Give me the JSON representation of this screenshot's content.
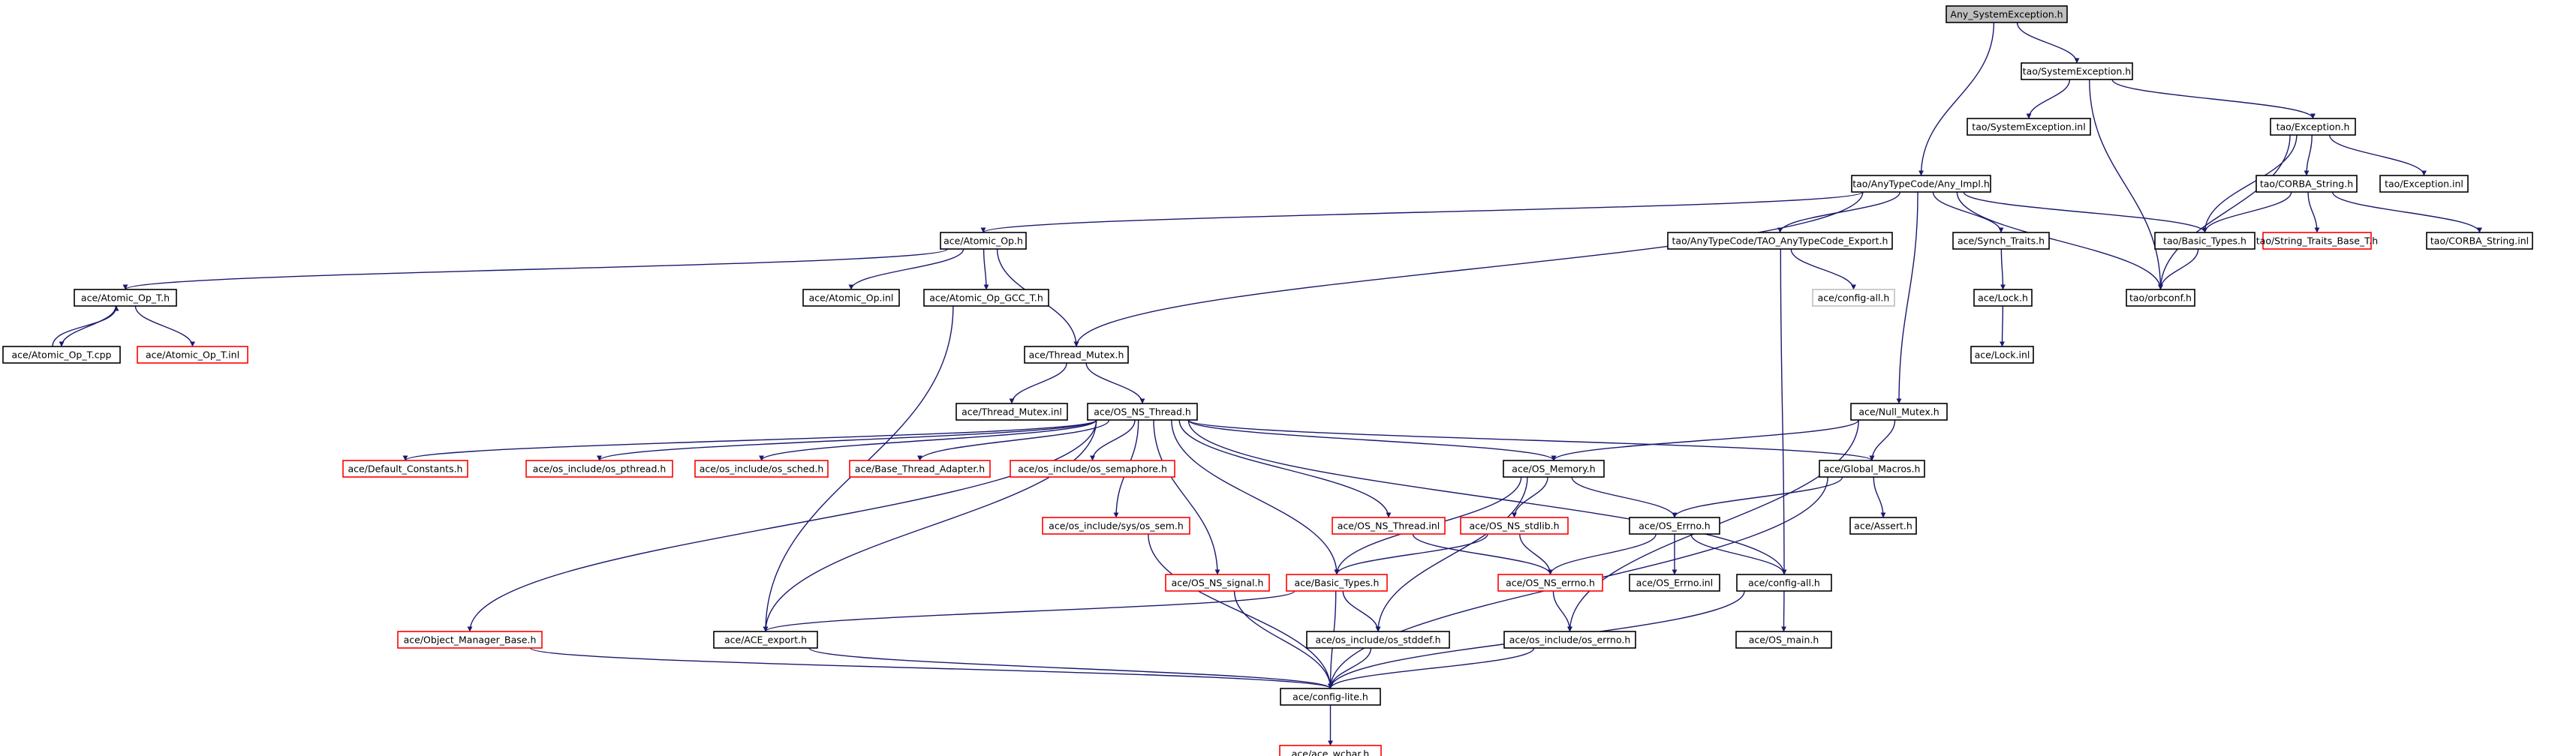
{
  "diagram": {
    "colors": {
      "edge": "#191970",
      "normal_border": "#000000",
      "missing_border": "#ff0000",
      "external_border": "#bfbfbf",
      "root_fill": "#bfbfbf"
    },
    "nodes": [
      {
        "id": "n0",
        "label": "Any_SystemException.h",
        "style": "root"
      },
      {
        "id": "n1",
        "label": "tao/SystemException.h",
        "style": "normal"
      },
      {
        "id": "n2",
        "label": "tao/SystemException.inl",
        "style": "normal"
      },
      {
        "id": "n3",
        "label": "tao/Exception.h",
        "style": "normal"
      },
      {
        "id": "n4",
        "label": "tao/AnyTypeCode/Any_Impl.h",
        "style": "normal"
      },
      {
        "id": "n5",
        "label": "tao/CORBA_String.h",
        "style": "normal"
      },
      {
        "id": "n6",
        "label": "tao/Exception.inl",
        "style": "normal"
      },
      {
        "id": "n7",
        "label": "ace/Atomic_Op.h",
        "style": "normal"
      },
      {
        "id": "n8",
        "label": "tao/AnyTypeCode/TAO_AnyTypeCode_Export.h",
        "style": "normal"
      },
      {
        "id": "n9",
        "label": "ace/Synch_Traits.h",
        "style": "normal"
      },
      {
        "id": "n10",
        "label": "tao/Basic_Types.h",
        "style": "normal"
      },
      {
        "id": "n11",
        "label": "tao/String_Traits_Base_T.h",
        "style": "red"
      },
      {
        "id": "n12",
        "label": "tao/CORBA_String.inl",
        "style": "normal"
      },
      {
        "id": "n13",
        "label": "ace/Atomic_Op_T.h",
        "style": "normal"
      },
      {
        "id": "n14",
        "label": "ace/Atomic_Op.inl",
        "style": "normal"
      },
      {
        "id": "n15",
        "label": "ace/Atomic_Op_GCC_T.h",
        "style": "normal"
      },
      {
        "id": "n16",
        "label": "ace/config-all.h",
        "style": "gray"
      },
      {
        "id": "n17",
        "label": "ace/Lock.h",
        "style": "normal"
      },
      {
        "id": "n18",
        "label": "tao/orbconf.h",
        "style": "normal"
      },
      {
        "id": "n19",
        "label": "ace/Atomic_Op_T.cpp",
        "style": "normal"
      },
      {
        "id": "n20",
        "label": "ace/Atomic_Op_T.inl",
        "style": "red"
      },
      {
        "id": "n21",
        "label": "ace/Thread_Mutex.h",
        "style": "normal"
      },
      {
        "id": "n22",
        "label": "ace/Lock.inl",
        "style": "normal"
      },
      {
        "id": "n23",
        "label": "ace/Thread_Mutex.inl",
        "style": "normal"
      },
      {
        "id": "n24",
        "label": "ace/OS_NS_Thread.h",
        "style": "normal"
      },
      {
        "id": "n25",
        "label": "ace/Null_Mutex.h",
        "style": "normal"
      },
      {
        "id": "n26",
        "label": "ace/Default_Constants.h",
        "style": "red"
      },
      {
        "id": "n27",
        "label": "ace/os_include/os_pthread.h",
        "style": "red"
      },
      {
        "id": "n28",
        "label": "ace/os_include/os_sched.h",
        "style": "red"
      },
      {
        "id": "n29",
        "label": "ace/Base_Thread_Adapter.h",
        "style": "red"
      },
      {
        "id": "n30",
        "label": "ace/os_include/os_semaphore.h",
        "style": "red"
      },
      {
        "id": "n31",
        "label": "ace/OS_Memory.h",
        "style": "normal"
      },
      {
        "id": "n32",
        "label": "ace/Global_Macros.h",
        "style": "normal"
      },
      {
        "id": "n33",
        "label": "ace/os_include/sys/os_sem.h",
        "style": "red"
      },
      {
        "id": "n34",
        "label": "ace/OS_NS_Thread.inl",
        "style": "red"
      },
      {
        "id": "n35",
        "label": "ace/OS_NS_stdlib.h",
        "style": "red"
      },
      {
        "id": "n36",
        "label": "ace/OS_Errno.h",
        "style": "normal"
      },
      {
        "id": "n37",
        "label": "ace/Assert.h",
        "style": "normal"
      },
      {
        "id": "n38",
        "label": "ace/OS_NS_signal.h",
        "style": "red"
      },
      {
        "id": "n39",
        "label": "ace/Basic_Types.h",
        "style": "red"
      },
      {
        "id": "n40",
        "label": "ace/OS_NS_errno.h",
        "style": "red"
      },
      {
        "id": "n41",
        "label": "ace/OS_Errno.inl",
        "style": "normal"
      },
      {
        "id": "n42",
        "label": "ace/config-all.h",
        "style": "normal"
      },
      {
        "id": "n43",
        "label": "ace/Object_Manager_Base.h",
        "style": "red"
      },
      {
        "id": "n44",
        "label": "ace/ACE_export.h",
        "style": "normal"
      },
      {
        "id": "n45",
        "label": "ace/os_include/os_stddef.h",
        "style": "normal"
      },
      {
        "id": "n46",
        "label": "ace/os_include/os_errno.h",
        "style": "normal"
      },
      {
        "id": "n47",
        "label": "ace/OS_main.h",
        "style": "normal"
      },
      {
        "id": "n48",
        "label": "ace/config-lite.h",
        "style": "normal"
      },
      {
        "id": "n49",
        "label": "ace/ace_wchar.h",
        "style": "red"
      }
    ]
  }
}
